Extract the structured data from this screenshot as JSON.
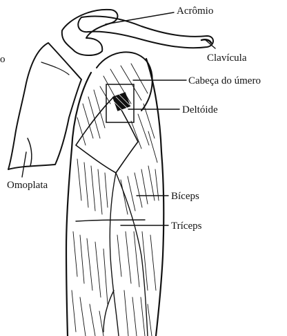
{
  "labels": {
    "acromio": "Acrômio",
    "clavicula": "Clavícula",
    "cabeca_umero": "Cabeça do úmero",
    "deltoide": "Deltóide",
    "omoplata": "Omoplata",
    "biceps": "Bíceps",
    "triceps": "Tríceps",
    "cut_off_left": "o"
  },
  "colors": {
    "ink": "#111111",
    "paper": "#ffffff"
  }
}
